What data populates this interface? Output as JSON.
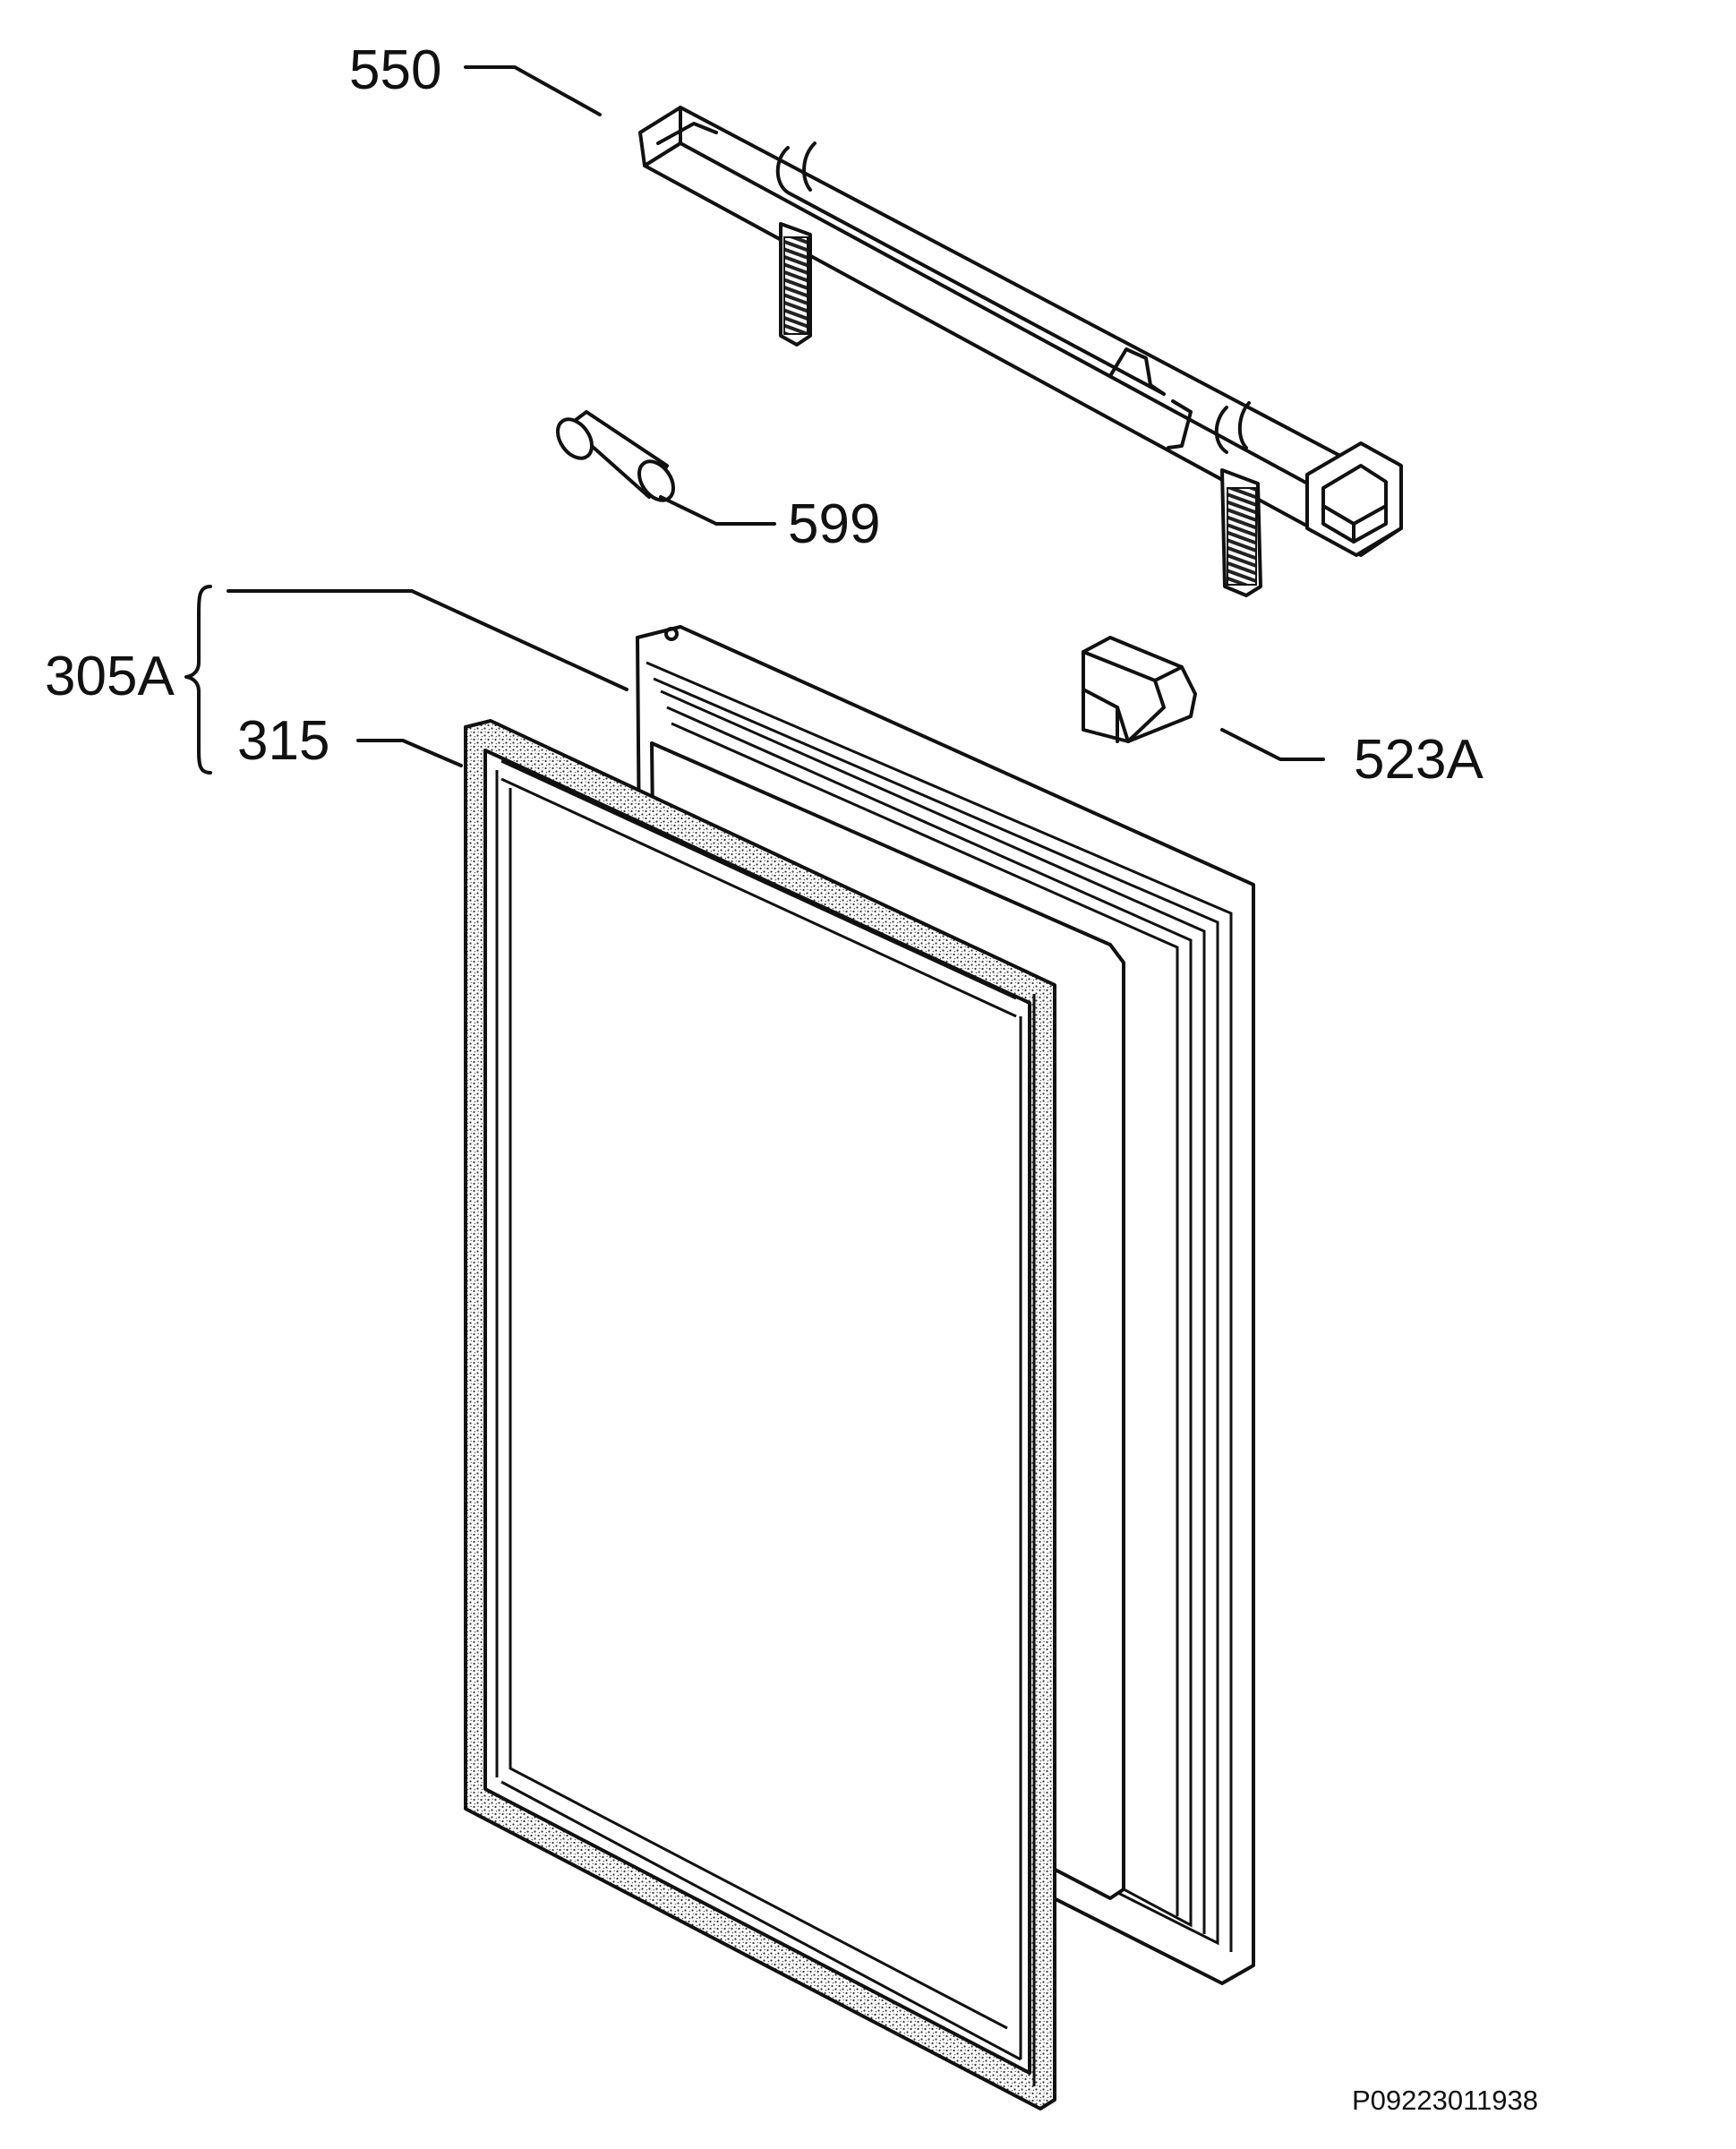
{
  "callouts": {
    "part_550": "550",
    "part_599": "599",
    "part_305a": "305A",
    "part_315": "315",
    "part_523a": "523A"
  },
  "drawing_number": "P09223011938"
}
